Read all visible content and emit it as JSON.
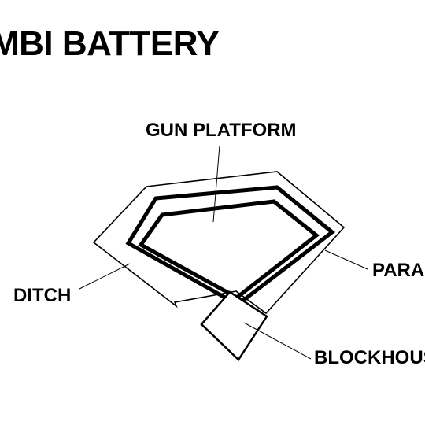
{
  "title": "MBI BATTERY",
  "labels": {
    "gun_platform": "GUN PLATFORM",
    "ditch": "DITCH",
    "parapet": "PARA",
    "blockhouse": "BLOCKHOUS"
  },
  "colors": {
    "ink": "#000000",
    "background": "#ffffff"
  }
}
